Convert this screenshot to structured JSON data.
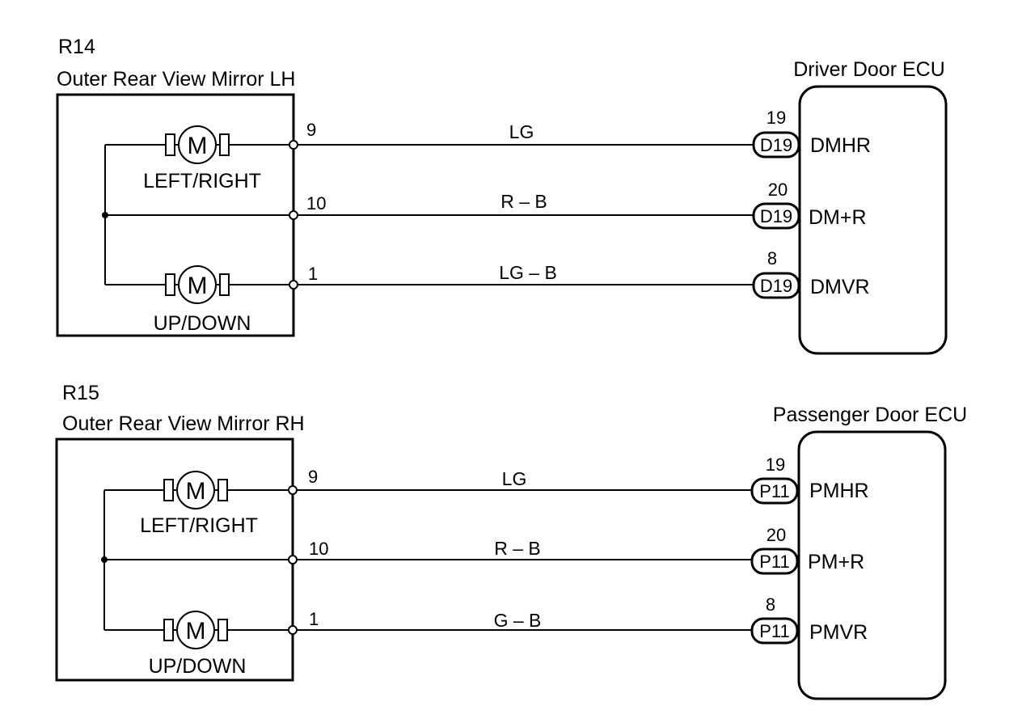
{
  "diagrams": [
    {
      "connector_id": "R14",
      "component": "Outer Rear View Mirror LH",
      "motors": [
        {
          "symbol": "M",
          "label": "LEFT/RIGHT"
        },
        {
          "symbol": "M",
          "label": "UP/DOWN"
        }
      ],
      "ecu": "Driver Door ECU",
      "wires": [
        {
          "pin": "9",
          "color": "LG",
          "ecu_pin": "19",
          "connector": "D19",
          "signal": "DMHR"
        },
        {
          "pin": "10",
          "color": "R – B",
          "ecu_pin": "20",
          "connector": "D19",
          "signal": "DM+R"
        },
        {
          "pin": "1",
          "color": "LG – B",
          "ecu_pin": "8",
          "connector": "D19",
          "signal": "DMVR"
        }
      ]
    },
    {
      "connector_id": "R15",
      "component": "Outer Rear View Mirror RH",
      "motors": [
        {
          "symbol": "M",
          "label": "LEFT/RIGHT"
        },
        {
          "symbol": "M",
          "label": "UP/DOWN"
        }
      ],
      "ecu": "Passenger Door ECU",
      "wires": [
        {
          "pin": "9",
          "color": "LG",
          "ecu_pin": "19",
          "connector": "P11",
          "signal": "PMHR"
        },
        {
          "pin": "10",
          "color": "R – B",
          "ecu_pin": "20",
          "connector": "P11",
          "signal": "PM+R"
        },
        {
          "pin": "1",
          "color": "G – B",
          "ecu_pin": "8",
          "connector": "P11",
          "signal": "PMVR"
        }
      ]
    }
  ]
}
